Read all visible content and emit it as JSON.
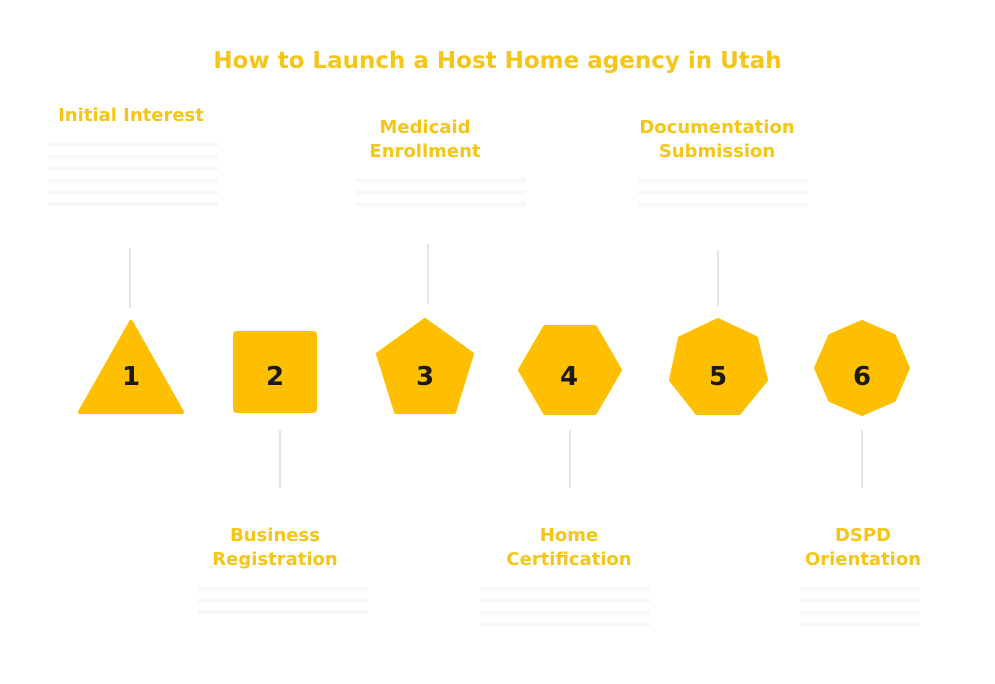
{
  "title": "How to Launch a Host Home agency in Utah",
  "colors": {
    "accent": "#f5c518",
    "shape_fill": "#fdbf00",
    "connector": "#e6e6e6",
    "number": "#1a1a1a"
  },
  "steps": [
    {
      "number": "1",
      "label": "Initial Interest",
      "position": "top"
    },
    {
      "number": "2",
      "label": "Business Registration",
      "position": "bottom"
    },
    {
      "number": "3",
      "label": "Medicaid Enrollment",
      "position": "top"
    },
    {
      "number": "4",
      "label": "Home Certification",
      "position": "bottom"
    },
    {
      "number": "5",
      "label": "Documentation Submission",
      "position": "top"
    },
    {
      "number": "6",
      "label": "DSPD Orientation",
      "position": "bottom"
    }
  ]
}
